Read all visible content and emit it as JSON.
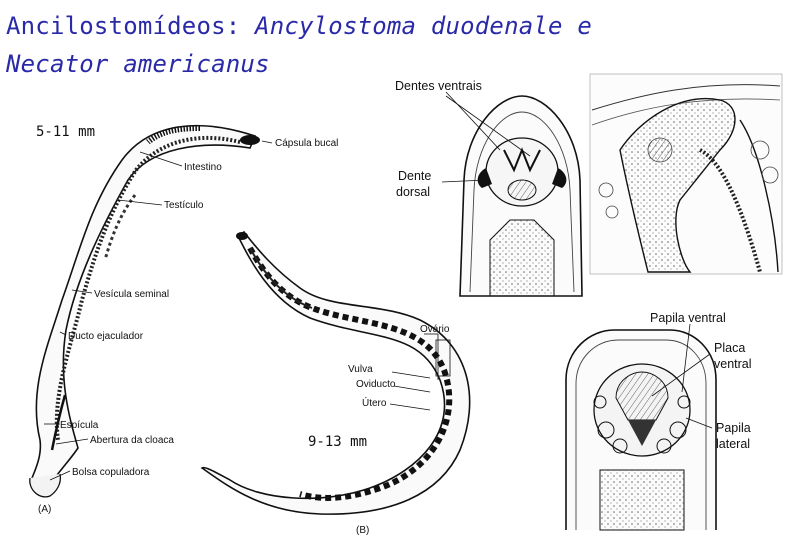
{
  "title": {
    "line1_plain": "Ancilostomídeos: ",
    "line1_italic": "Ancylostoma duodenale e",
    "line2_italic": "Necator americanus"
  },
  "male": {
    "size": "5-11 mm",
    "panel": "(A)",
    "labels": {
      "capsula": "Cápsula bucal",
      "intestino": "Intestino",
      "testiculo": "Testículo",
      "vesicula": "Vesícula seminal",
      "ducto": "Ducto ejaculador",
      "espicula": "Espícula",
      "abertura": "Abertura da cloaca",
      "bolsa": "Bolsa copuladora"
    }
  },
  "female": {
    "size": "9-13 mm",
    "panel": "(B)",
    "labels": {
      "ovario": "Ovário",
      "vulva": "Vulva",
      "oviducto": "Oviducto",
      "utero": "Útero"
    }
  },
  "ancylostoma_head": {
    "labels": {
      "dentes_ventrais": "Dentes ventrais",
      "dente_dorsal_1": "Dente",
      "dente_dorsal_2": "dorsal"
    }
  },
  "necator_head": {
    "labels": {
      "papila_ventral": "Papila ventral",
      "placa_1": "Placa",
      "placa_2": "ventral",
      "papila_lateral_1": "Papila",
      "papila_lateral_2": "lateral"
    }
  },
  "colors": {
    "title": "#2a2aa8"
  }
}
